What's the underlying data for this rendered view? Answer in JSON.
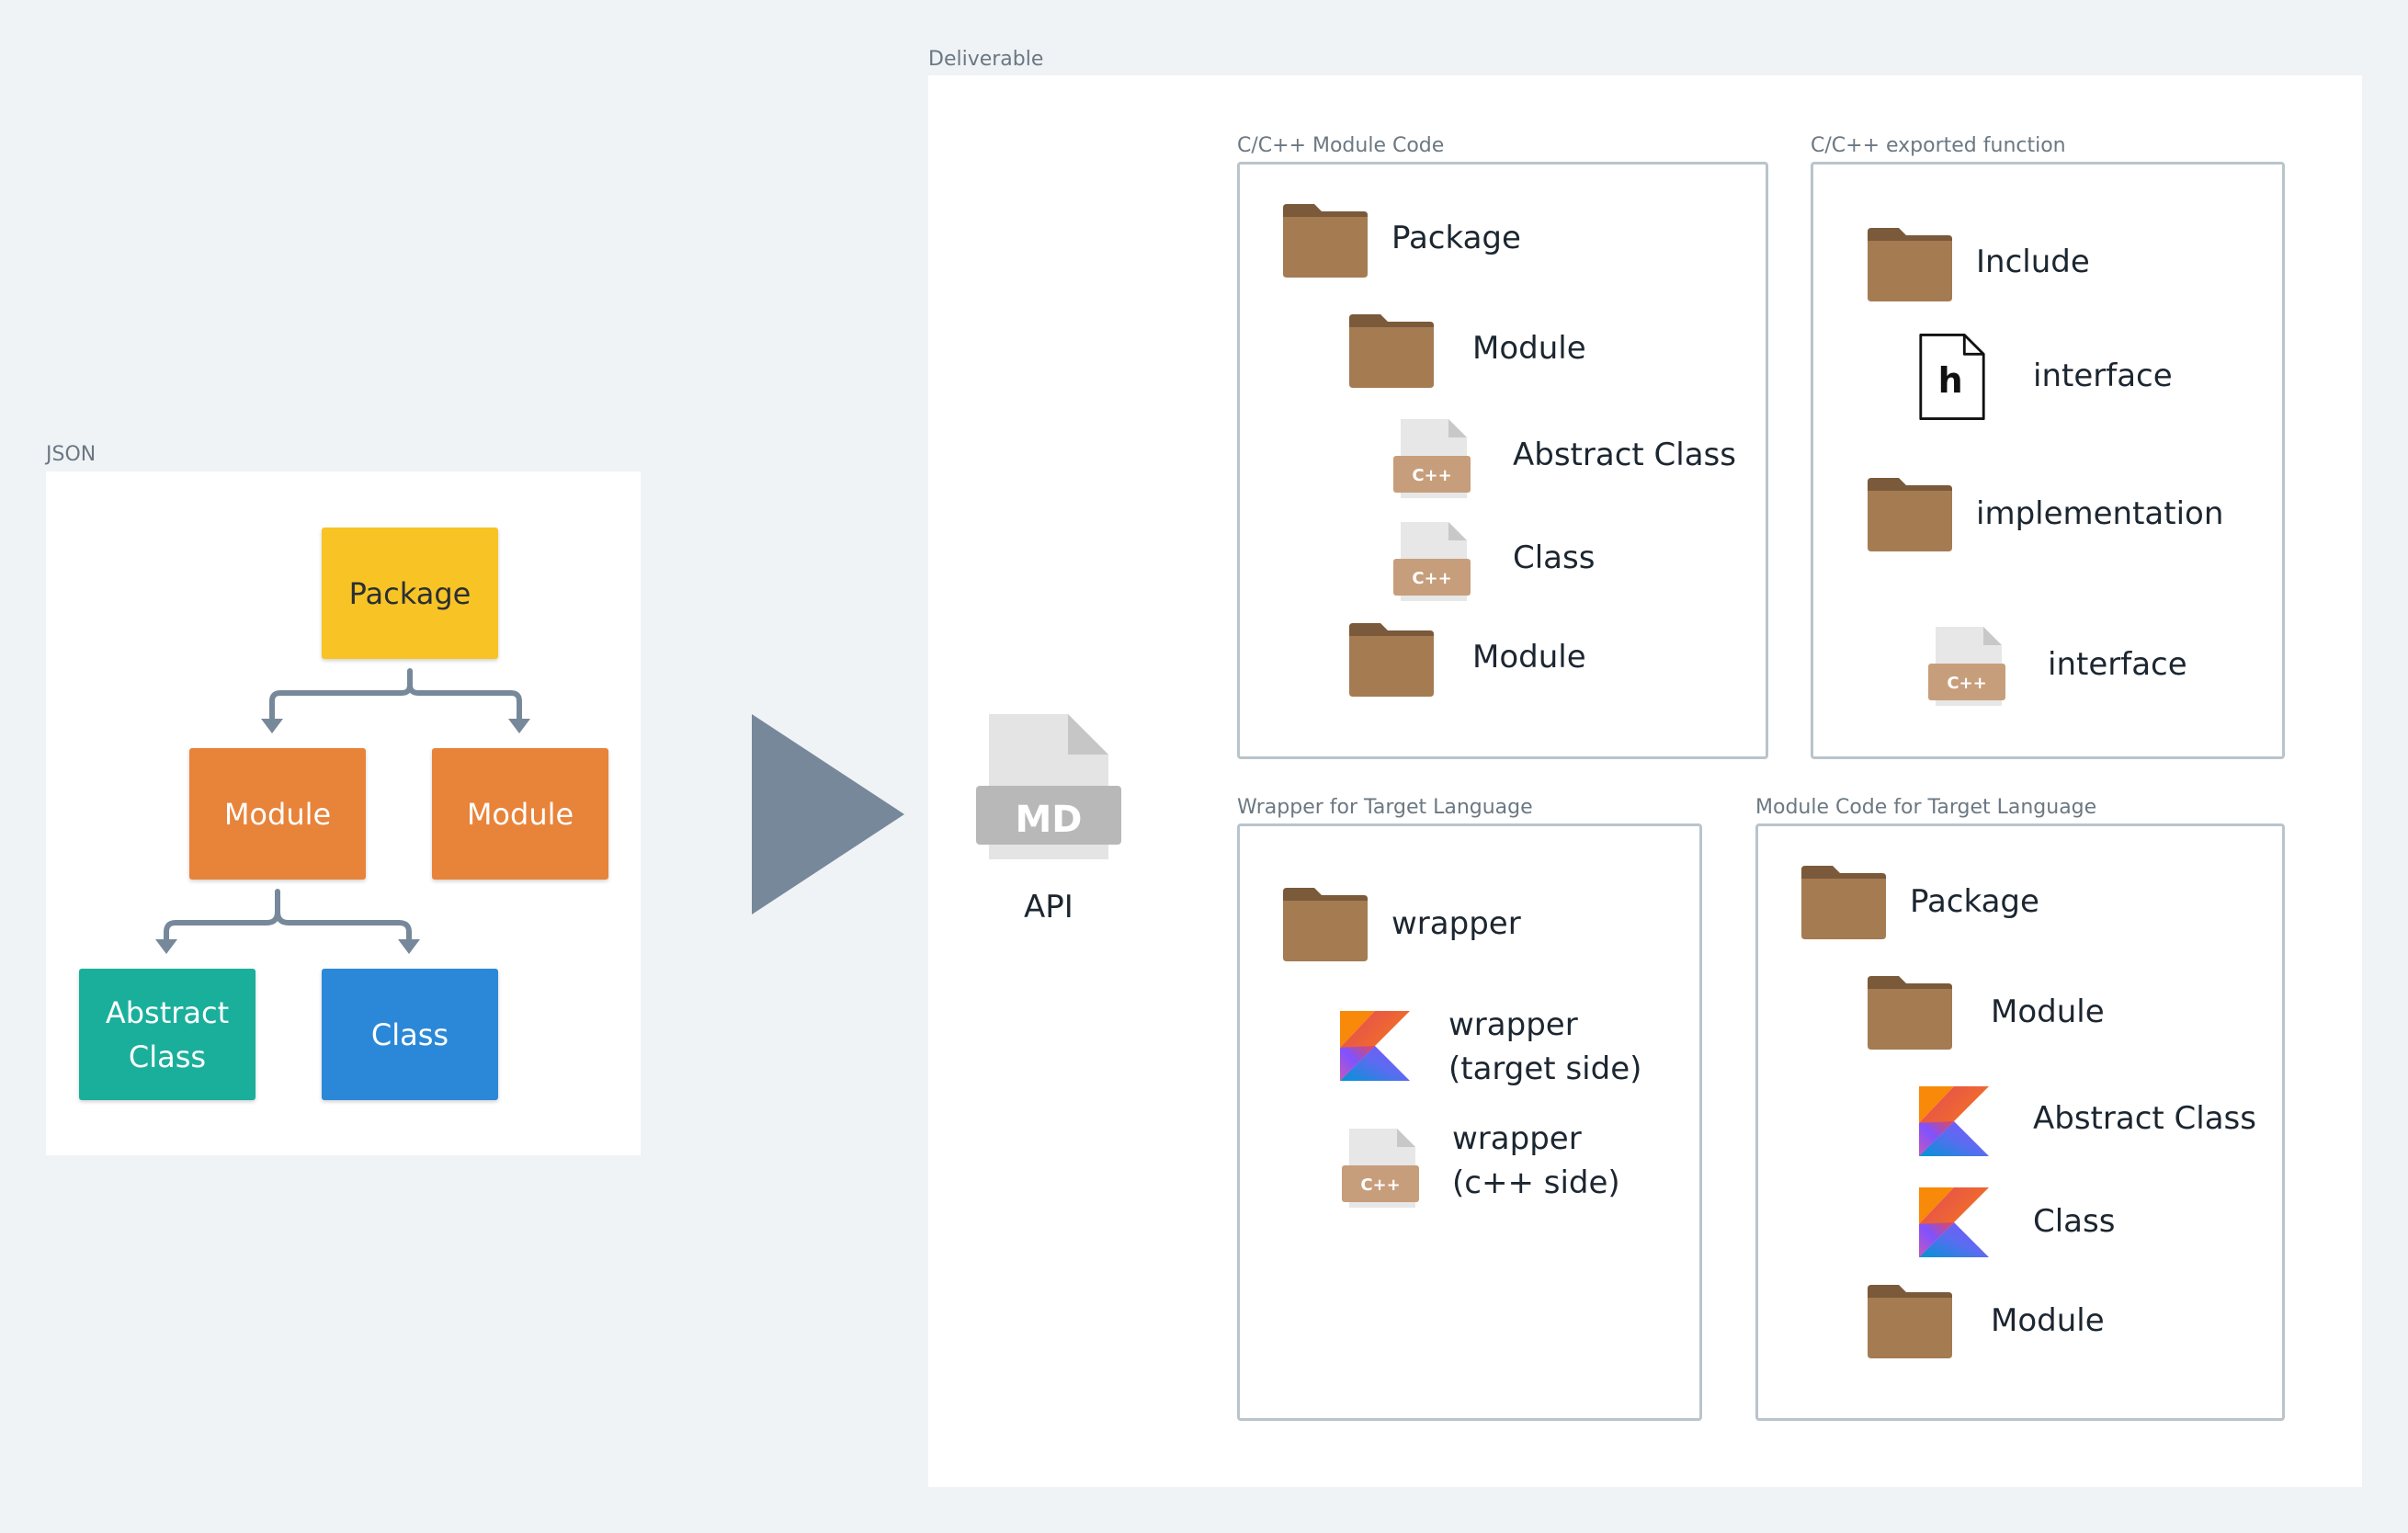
{
  "json_section": {
    "label": "JSON",
    "nodes": {
      "package": "Package",
      "module_left": "Module",
      "module_right": "Module",
      "abstract_class": "Abstract\nClass",
      "class": "Class"
    },
    "colors": {
      "package": "#f8c325",
      "module": "#e8833a",
      "abstract_class": "#1aaf9b",
      "class": "#2b88d8",
      "connector": "#77889a"
    }
  },
  "arrow": {
    "color": "#77889a"
  },
  "deliverable": {
    "label": "Deliverable",
    "api": {
      "badge": "MD",
      "label": "API"
    },
    "cpp_module_code": {
      "title": "C/C++ Module Code",
      "items": [
        {
          "icon": "folder-icon",
          "label": "Package"
        },
        {
          "icon": "folder-icon",
          "label": "Module"
        },
        {
          "icon": "cpp-file-icon",
          "label": "Abstract Class"
        },
        {
          "icon": "cpp-file-icon",
          "label": "Class"
        },
        {
          "icon": "folder-icon",
          "label": "Module"
        }
      ]
    },
    "cpp_exported_function": {
      "title": "C/C++ exported function",
      "items": [
        {
          "icon": "folder-icon",
          "label": "Include"
        },
        {
          "icon": "header-file-icon",
          "label": "interface",
          "badge": "h"
        },
        {
          "icon": "folder-icon",
          "label": "implementation"
        },
        {
          "icon": "cpp-file-icon",
          "label": "interface"
        }
      ]
    },
    "wrapper_target": {
      "title": "Wrapper for Target Language",
      "items": [
        {
          "icon": "folder-icon",
          "label": "wrapper"
        },
        {
          "icon": "kotlin-icon",
          "label": "wrapper\n(target side)"
        },
        {
          "icon": "cpp-file-icon",
          "label": "wrapper\n(c++ side)"
        }
      ]
    },
    "module_target": {
      "title": "Module Code for Target Language",
      "items": [
        {
          "icon": "folder-icon",
          "label": "Package"
        },
        {
          "icon": "folder-icon",
          "label": "Module"
        },
        {
          "icon": "kotlin-icon",
          "label": "Abstract Class"
        },
        {
          "icon": "kotlin-icon",
          "label": "Class"
        },
        {
          "icon": "folder-icon",
          "label": "Module"
        }
      ]
    },
    "cpp_badge": "C++"
  }
}
